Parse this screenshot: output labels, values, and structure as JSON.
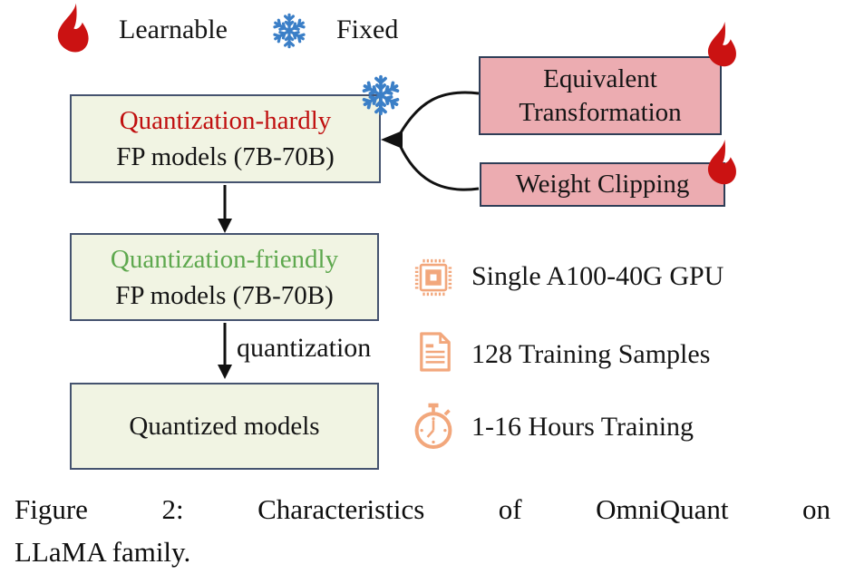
{
  "legend": {
    "learnable_label": "Learnable",
    "fixed_label": "Fixed"
  },
  "flow": {
    "box1": {
      "line1": "Quantization-hardly",
      "line2": "FP models (7B-70B)"
    },
    "box2": {
      "line1": "Quantization-friendly",
      "line2": "FP models (7B-70B)"
    },
    "box3": {
      "label": "Quantized models"
    },
    "arrow_label": "quantization"
  },
  "techniques": {
    "equivalent_transformation": {
      "line1": "Equivalent",
      "line2": "Transformation"
    },
    "weight_clipping": {
      "label": "Weight Clipping"
    }
  },
  "resources": [
    {
      "icon": "gpu-chip-icon",
      "label": "Single A100-40G GPU"
    },
    {
      "icon": "document-icon",
      "label": "128 Training Samples"
    },
    {
      "icon": "stopwatch-icon",
      "label": "1-16 Hours Training"
    }
  ],
  "caption": {
    "line1": "Figure 2: Characteristics of OmniQuant on",
    "line2": "LLaMA family."
  },
  "colors": {
    "flame_red": "#cb1212",
    "snowflake_blue": "#3b7fc7",
    "resource_orange": "#f2a77c",
    "node_fill": "#f1f4e3",
    "node_border": "#45536f",
    "technique_fill": "#ecacb1",
    "hardly_text_red": "#c00f0f",
    "friendly_text_green": "#5ea84e"
  }
}
